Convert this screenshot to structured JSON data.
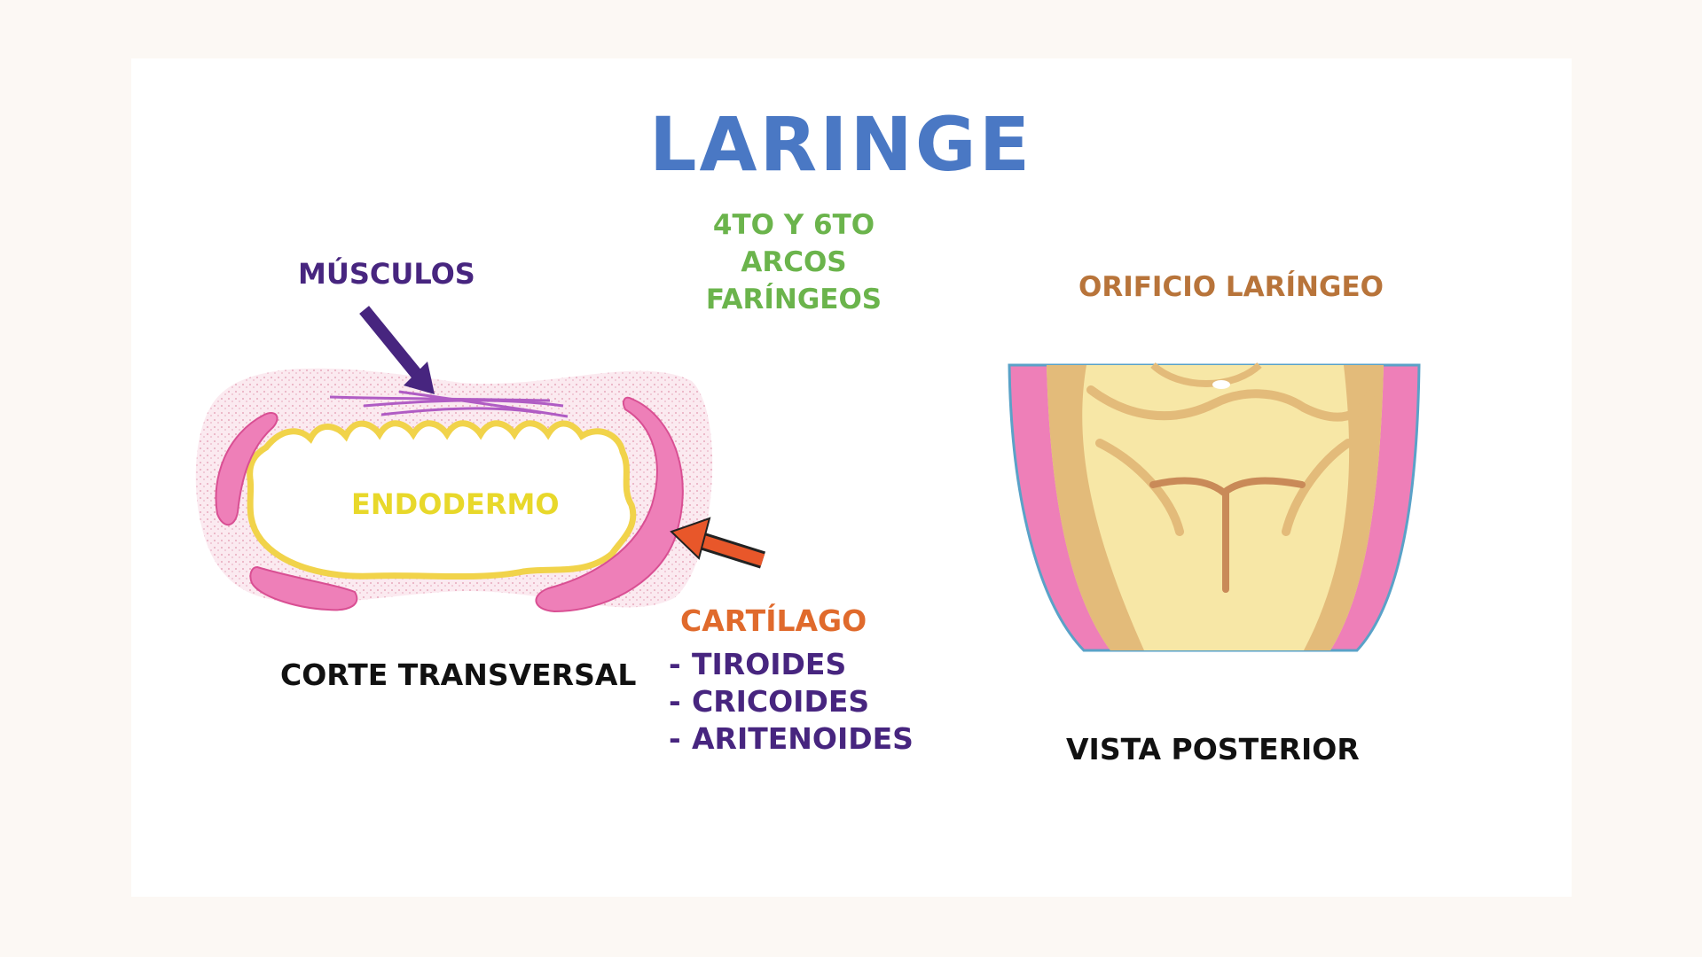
{
  "title": "LARINGE",
  "arches_note": [
    "4TO Y 6TO",
    "ARCOS",
    "FARÍNGEOS"
  ],
  "cross_section": {
    "muscles_label": "MÚSCULOS",
    "endoderm_label": "ENDODERMO",
    "caption": "CORTE TRANSVERSAL"
  },
  "cartilage": {
    "label": "CARTÍLAGO",
    "items": [
      {
        "dash": "-",
        "name": "TIROIDES"
      },
      {
        "dash": "-",
        "name": "CRICOIDES"
      },
      {
        "dash": "-",
        "name": "ARITENOIDES"
      }
    ]
  },
  "posterior_view": {
    "orifice_label": "ORIFICIO LARÍNGEO",
    "caption": "VISTA POSTERIOR"
  },
  "colors": {
    "title": "#4a78c4",
    "arches": "#6bb44c",
    "muscles": "#47257f",
    "endoderm": "#e8d82a",
    "cartilage_label": "#e06a2c",
    "cartilage_shape": "#ee7fb8",
    "mesenchyme": "#f6dde5",
    "orifice_label": "#b8743a",
    "mucosa": "#f7e7a6"
  },
  "icons": [
    "arrow-down-right-icon",
    "arrow-left-icon"
  ]
}
